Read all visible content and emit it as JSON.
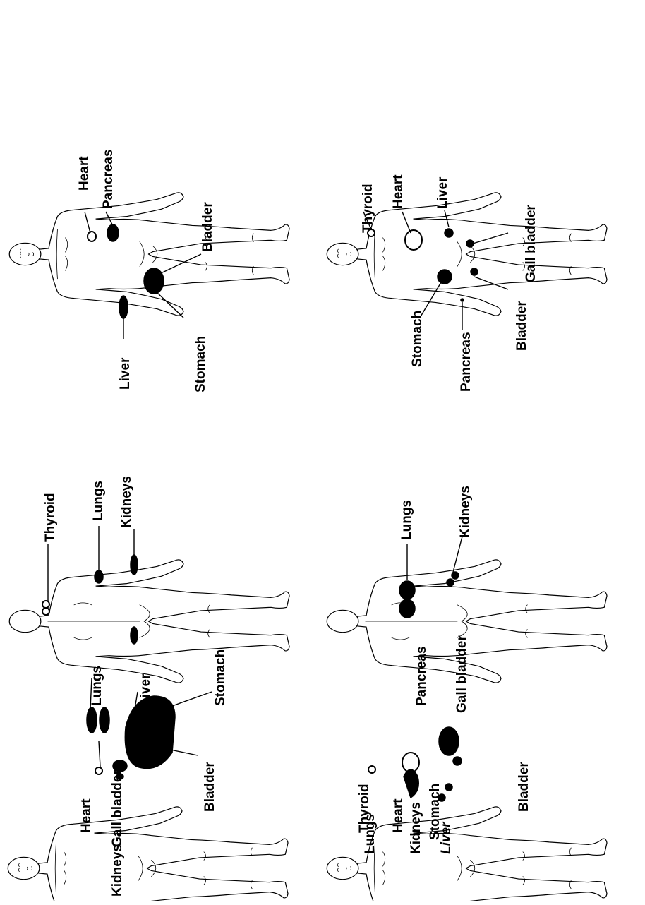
{
  "panels": {
    "top_left_front": {
      "labels": {
        "liver": "Liver",
        "stomach": "Stomach",
        "heart": "Heart",
        "pancreas": "Pancreas",
        "bladder": "Bladder"
      }
    },
    "top_left_back": {
      "labels": {
        "thyroid": "Thyroid",
        "lungs": "Lungs",
        "kidneys": "Kidneys"
      }
    },
    "bottom_left_front": {
      "labels": {
        "thyroid": "Thyroid",
        "heart": "Heart",
        "liver": "Liver",
        "gall_bladder": "Gall bladder",
        "stomach": "Stomach",
        "pancreas": "Pancreas",
        "bladder": "Bladder"
      }
    },
    "bottom_left_back": {
      "labels": {
        "lungs": "Lungs",
        "kidneys": "Kidneys"
      }
    },
    "top_right_front": {
      "labels": {
        "lungs": "Lungs",
        "liver": "Liver",
        "heart": "Heart",
        "gall_bladder": "Gall bladder",
        "bladder": "Bladder",
        "stomach": "Stomach"
      }
    },
    "top_right_back": {
      "labels": {
        "kidneys": "Kidneys"
      }
    },
    "bottom_right_front": {
      "labels": {
        "thyroid": "Thyroid",
        "heart": "Heart",
        "stomach": "Stomach",
        "bladder": "Bladder",
        "pancreas": "Pancreas",
        "gall_bladder": "Gall bladder"
      }
    },
    "bottom_right_back": {
      "labels": {
        "lungs": "Lungs",
        "kidneys": "Kidneys",
        "liver": "Liver"
      }
    }
  }
}
